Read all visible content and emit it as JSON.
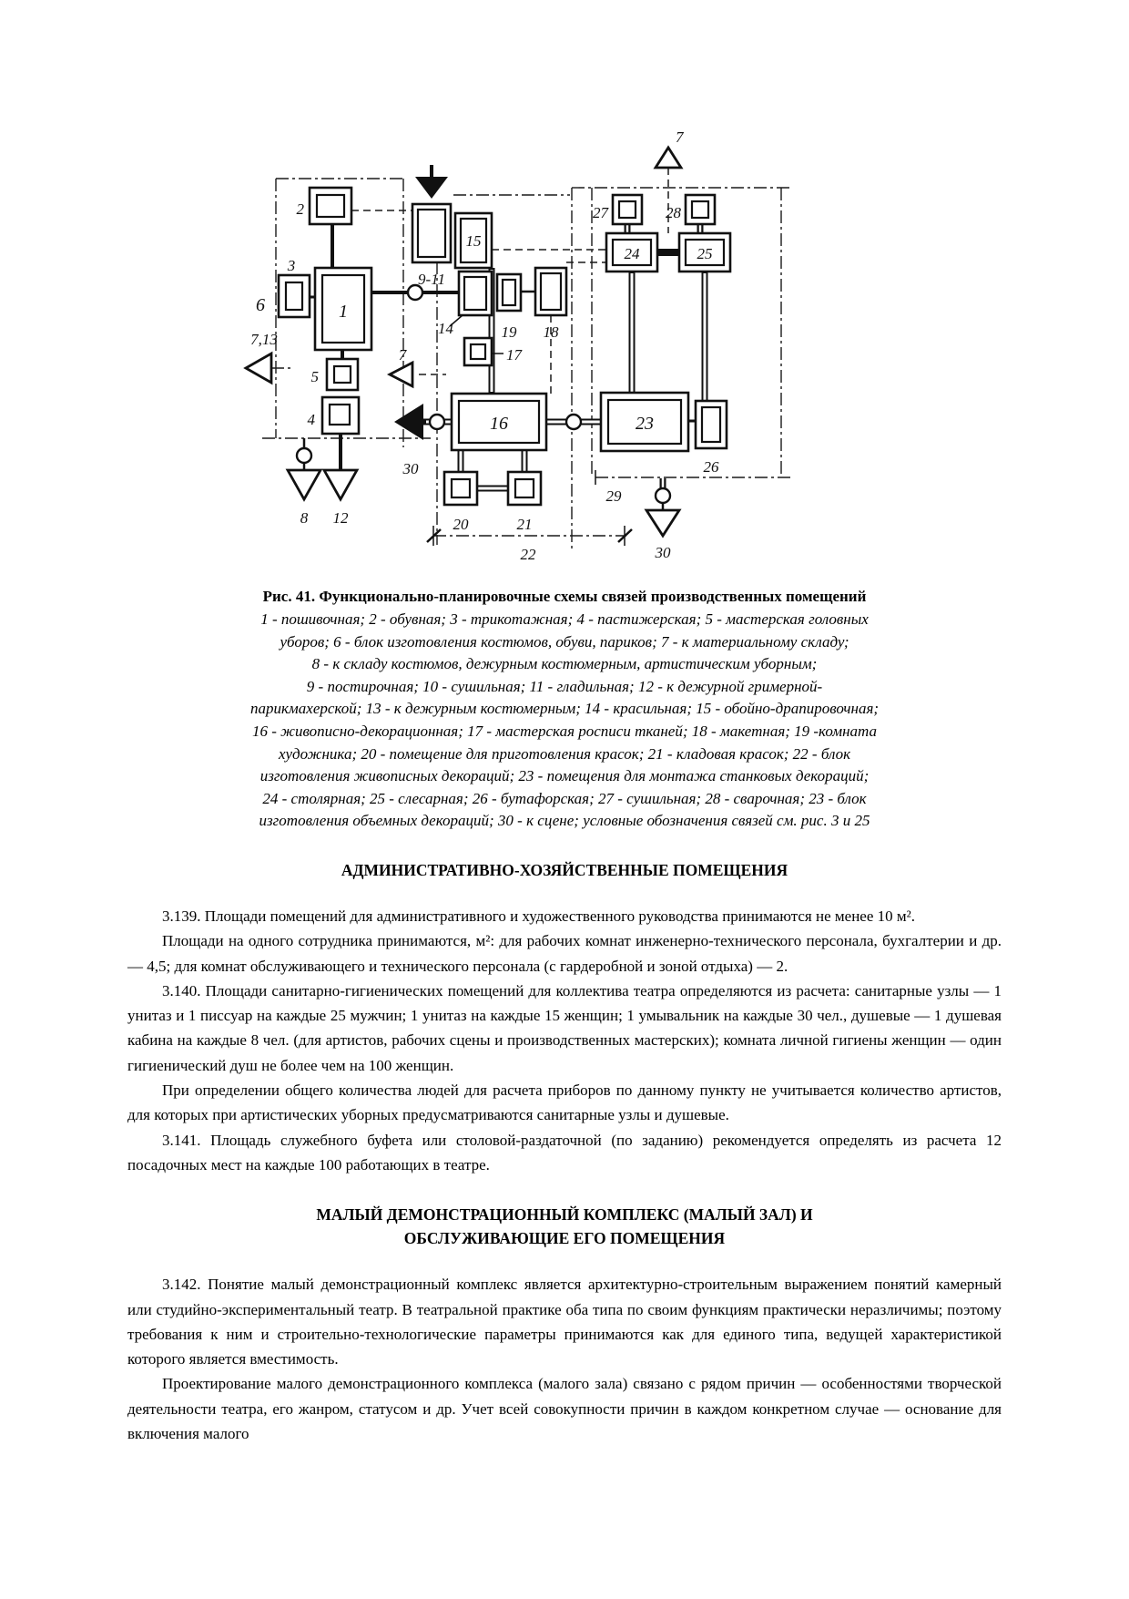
{
  "figure": {
    "caption_title": "Рис. 41. Функционально-планировочные схемы связей производственных помещений",
    "legend_lines": [
      "1 - пошивочная; 2 - обувная; 3 - трикотажная; 4 - пастижерская; 5 - мастерская головных",
      "уборов; 6 - блок изготовления костюмов, обуви, париков; 7 - к материальному складу;",
      "8 - к складу костюмов, дежурным костюмерным, артистическим уборным;",
      "9 - постирочная; 10 - сушильная; 11 - гладильная; 12 - к дежурной гримерной-",
      "парикмахерской; 13 - к дежурным костюмерным; 14 - красильная; 15 - обойно-драпировочная;",
      "16 - живописно-декорационная; 17 - мастерская росписи тканей; 18 - макетная; 19 -комната",
      "художника; 20 - помещение для приготовления красок; 21 - кладовая красок; 22 - блок",
      "изготовления живописных декораций; 23 - помещения для монтажа станковых декораций;",
      "24 - столярная; 25 - слесарная; 26 - бутафорская; 27 - сушильная; 28 - сварочная; 23 - блок",
      "изготовления объемных декораций; 30 - к сцене; условные обозначения связей см. рис. 3 и 25"
    ],
    "labels": {
      "b1": "1",
      "b2": "2",
      "b3": "3",
      "b4": "4",
      "b5": "5",
      "z6": "6",
      "z7_top": "7",
      "z7_mid": "7",
      "z7_13": "7,13",
      "a8": "8",
      "b9_11": "9-11",
      "a12": "12",
      "b14": "14",
      "b15": "15",
      "b16": "16",
      "b17": "17",
      "b18": "18",
      "b19": "19",
      "b20": "20",
      "b21": "21",
      "z22": "22",
      "b23": "23",
      "b24": "24",
      "b25": "25",
      "b26": "26",
      "b27": "27",
      "b28": "28",
      "z29": "29",
      "a30_left": "30",
      "a30_right": "30"
    }
  },
  "sections": [
    {
      "heading": "АДМИНИСТРАТИВНО-ХОЗЯЙСТВЕННЫЕ ПОМЕЩЕНИЯ",
      "paragraphs": [
        "3.139. Площади помещений для административного и художественного руководства принимаются не менее 10 м².",
        "Площади на одного сотрудника принимаются, м²: для рабочих комнат инженерно-технического персонала, бухгалтерии и др. — 4,5; для комнат обслуживающего и технического персонала (с гардеробной и зоной отдыха) — 2.",
        "3.140. Площади санитарно-гигиенических помещений для коллектива театра определяются из расчета: санитарные узлы — 1 унитаз и 1 писсуар на каждые 25 мужчин; 1 унитаз на каждые 15 женщин; 1 умывальник на каждые 30 чел., душевые — 1 душевая кабина на каждые 8 чел. (для артистов, рабочих сцены и производственных мастерских); комната личной гигиены женщин — один гигиенический душ не более чем на 100 женщин.",
        "При определении общего количества людей для расчета приборов по данному пункту не учитывается количество артистов, для которых при артистических уборных предусматриваются санитарные узлы и душевые.",
        "3.141. Площадь служебного буфета или столовой-раздаточной (по заданию) рекомендуется определять из расчета 12 посадочных мест на каждые 100 работающих в театре."
      ]
    },
    {
      "heading_lines": [
        "МАЛЫЙ ДЕМОНСТРАЦИОННЫЙ КОМПЛЕКС (МАЛЫЙ ЗАЛ) И",
        "ОБСЛУЖИВАЮЩИЕ ЕГО ПОМЕЩЕНИЯ"
      ],
      "paragraphs": [
        "3.142. Понятие малый демонстрационный комплекс является архитектурно-строительным выражением понятий камерный или студийно-экспериментальный театр. В театральной практике оба типа по своим функциям практически неразличимы; поэтому требования к ним и строительно-технологические параметры принимаются как для единого типа, ведущей характеристикой которого является вместимость.",
        "Проектирование малого демонстрационного комплекса (малого зала) связано с рядом причин — особенностями творческой деятельности театра, его жанром, статусом и др. Учет всей совокупности причин в каждом конкретном случае — основание для включения малого"
      ]
    }
  ]
}
